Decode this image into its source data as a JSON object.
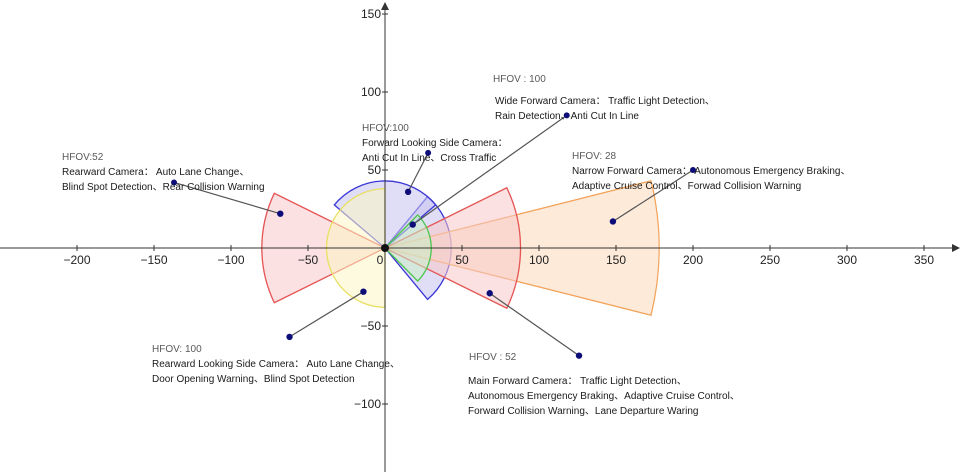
{
  "chart_data": {
    "type": "diagram",
    "xlim": [
      -240,
      355
    ],
    "ylim": [
      -145,
      158
    ],
    "x_ticks": [
      -200,
      -150,
      -100,
      -50,
      0,
      50,
      100,
      150,
      200,
      250,
      300,
      350
    ],
    "y_ticks": [
      150,
      100,
      50,
      -50,
      -100
    ],
    "x_tick_labels": [
      "−200",
      "−150",
      "−100",
      "−50",
      "0",
      "50",
      "100",
      "150",
      "200",
      "250",
      "300",
      "350"
    ],
    "y_tick_labels": [
      "150",
      "100",
      "50",
      "−50",
      "−100"
    ],
    "sectors": [
      {
        "name": "rearward-camera",
        "radius": 80,
        "start": 154,
        "end": 206,
        "fill": "#f7c9c9",
        "stroke": "#e55353"
      },
      {
        "name": "wide-forward-camera",
        "radius": 43,
        "start": -50,
        "end": 50,
        "fill": "#c7c3ef",
        "stroke": "#3b37d6"
      },
      {
        "name": "forward-looking-side-camera",
        "radius": 43,
        "start": 40,
        "end": 140,
        "fill": "#c7c3ef",
        "stroke": "#3b37d6"
      },
      {
        "name": "narrow-forward-camera",
        "radius": 178,
        "start": -14,
        "end": 14,
        "fill": "#fcd9b9",
        "stroke": "#f2a45c"
      },
      {
        "name": "rearward-looking-side-camera",
        "radius": 38,
        "start": 90,
        "end": 270,
        "fill": "#fbf6c4",
        "stroke": "#e8df63"
      },
      {
        "name": "main-forward-camera",
        "radius": 88,
        "start": -26,
        "end": 26,
        "fill": "#f7c9c9",
        "stroke": "#e55353"
      },
      {
        "name": "inner-green",
        "radius": 30,
        "start": -45,
        "end": 45,
        "fill": "#c9efc6",
        "stroke": "#4cc44c"
      }
    ],
    "points": [
      {
        "name": "rear-camera",
        "x": -68,
        "y": 22,
        "lx": -137,
        "ly": 42
      },
      {
        "name": "forward-side",
        "x": 15,
        "y": 36,
        "lx": 28,
        "ly": 61
      },
      {
        "name": "wide-forward",
        "x": 18,
        "y": 15,
        "lx": 118,
        "ly": 85
      },
      {
        "name": "narrow-forward",
        "x": 148,
        "y": 17,
        "lx": 200,
        "ly": 50
      },
      {
        "name": "rear-side-1",
        "x": -14,
        "y": -28
      },
      {
        "name": "rear-side-2",
        "x": -62,
        "y": -57
      },
      {
        "name": "main-forward-1",
        "x": 68,
        "y": -29
      },
      {
        "name": "main-forward-2",
        "x": 126,
        "y": -69
      },
      {
        "name": "origin",
        "x": 0,
        "y": 0
      }
    ],
    "leader_lines": [
      {
        "x1": -137,
        "y1": 42,
        "x2": -68,
        "y2": 22
      },
      {
        "x1": 28,
        "y1": 61,
        "x2": 15,
        "y2": 36
      },
      {
        "x1": 118,
        "y1": 85,
        "x2": 18,
        "y2": 15
      },
      {
        "x1": 200,
        "y1": 50,
        "x2": 148,
        "y2": 17
      },
      {
        "x1": -14,
        "y1": -28,
        "x2": -62,
        "y2": -57
      },
      {
        "x1": 68,
        "y1": -29,
        "x2": 126,
        "y2": -69
      }
    ]
  },
  "annotations": {
    "rear": {
      "hfov": "HFOV:52",
      "line1": "Rearward Camera： Auto Lane Change、",
      "line2": "Blind Spot Detection、Rear Collision Warning"
    },
    "forward_side": {
      "hfov": "HFOV:100",
      "line1": "Forward Looking Side Camera：",
      "line2": "Anti Cut In Line、Cross Traffic"
    },
    "wide": {
      "hfov": "HFOV : 100",
      "line1": "Wide Forward Camera： Traffic Light Detection、",
      "line2": "Rain Detection、Anti Cut In Line"
    },
    "narrow": {
      "hfov": "HFOV: 28",
      "line1": "Narrow Forward Camera： Autonomous Emergency Braking、",
      "line2": "Adaptive Cruise Control、Forwad Collision Warning"
    },
    "rear_side": {
      "hfov": "HFOV: 100",
      "line1": "Rearward Looking Side Camera： Auto Lane Change、",
      "line2": "Door Opening Warning、Blind Spot Detection"
    },
    "main": {
      "hfov": "HFOV : 52",
      "line1": "Main Forward Camera： Traffic Light Detection、",
      "line2": "Autonomous Emergency Braking、Adaptive Cruise Control、",
      "line3": "Forward Collision Warning、Lane Departure Waring"
    }
  }
}
